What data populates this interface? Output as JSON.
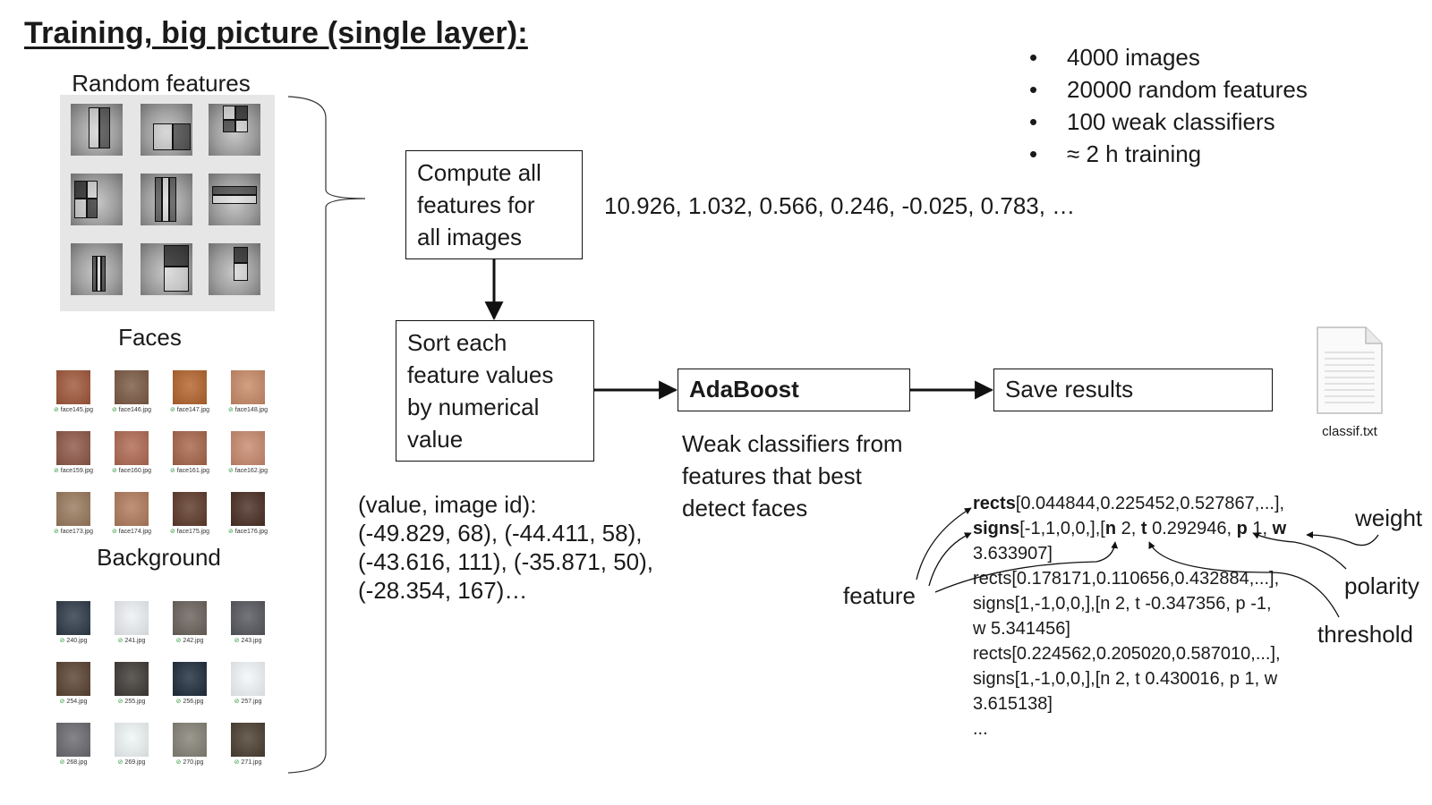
{
  "title": "Training, big picture (single layer):",
  "sections": {
    "random_features": "Random features",
    "faces": "Faces",
    "background": "Background"
  },
  "faces": [
    {
      "caption": "face145.jpg",
      "color": "#a0573a"
    },
    {
      "caption": "face146.jpg",
      "color": "#7b5a44"
    },
    {
      "caption": "face147.jpg",
      "color": "#b4642c"
    },
    {
      "caption": "face148.jpg",
      "color": "#c98b68"
    },
    {
      "caption": "face159.jpg",
      "color": "#8e5848"
    },
    {
      "caption": "face160.jpg",
      "color": "#b06a52"
    },
    {
      "caption": "face161.jpg",
      "color": "#a8664a"
    },
    {
      "caption": "face162.jpg",
      "color": "#c98a6e"
    },
    {
      "caption": "face173.jpg",
      "color": "#9a7a5e"
    },
    {
      "caption": "face174.jpg",
      "color": "#b17c5c"
    },
    {
      "caption": "face175.jpg",
      "color": "#5e3a2a"
    },
    {
      "caption": "face176.jpg",
      "color": "#4a2e24"
    }
  ],
  "backgrounds": [
    {
      "caption": "240.jpg",
      "color": "#2e3a48"
    },
    {
      "caption": "241.jpg",
      "color": "#eef1f4"
    },
    {
      "caption": "242.jpg",
      "color": "#6a625c"
    },
    {
      "caption": "243.jpg",
      "color": "#56575d"
    },
    {
      "caption": "254.jpg",
      "color": "#5a4232"
    },
    {
      "caption": "255.jpg",
      "color": "#3e3a36"
    },
    {
      "caption": "256.jpg",
      "color": "#1f2c3c"
    },
    {
      "caption": "257.jpg",
      "color": "#f3f7fa"
    },
    {
      "caption": "268.jpg",
      "color": "#6b6a70"
    },
    {
      "caption": "269.jpg",
      "color": "#f0f6f7"
    },
    {
      "caption": "270.jpg",
      "color": "#858276"
    },
    {
      "caption": "271.jpg",
      "color": "#4a3e30"
    }
  ],
  "bullets": [
    "4000 images",
    "20000 random features",
    "100 weak classifiers",
    "≈ 2 h training"
  ],
  "compute_box": [
    "Compute all",
    "features for",
    "all images"
  ],
  "feature_values": "10.926, 1.032, 0.566, 0.246, -0.025, 0.783, …",
  "sort_box": [
    "Sort each",
    "feature values",
    "by numerical",
    "value"
  ],
  "sorted_pairs": [
    "(value, image id):",
    "(-49.829, 68), (-44.411, 58),",
    "(-43.616, 111), (-35.871, 50),",
    "(-28.354, 167)…"
  ],
  "adaboost": "AdaBoost",
  "adaboost_desc": [
    "Weak classifiers from",
    "features that best",
    "detect faces"
  ],
  "save": "Save results",
  "file_name": "classif.txt",
  "code": {
    "l1_key": "rects",
    "l1_val": "[0.044844,0.225452,0.527867,...],",
    "l2_key": "signs",
    "l2_val": "[-1,1,0,0,],[",
    "l2_n": "n",
    "l2_n_val": " 2, ",
    "l2_t": "t",
    "l2_t_val": " 0.292946, ",
    "l2_p": "p",
    "l2_p_val": " 1, ",
    "l2_w": "w",
    "l3": "3.633907]",
    "l4": "rects[0.178171,0.110656,0.432884,...],",
    "l5": "signs[1,-1,0,0,],[n 2, t -0.347356, p -1,",
    "l6": "w 5.341456]",
    "l7": "rects[0.224562,0.205020,0.587010,...],",
    "l8": "signs[1,-1,0,0,],[n 2, t 0.430016, p 1, w",
    "l9": "3.615138]",
    "l10": "..."
  },
  "annotations": {
    "feature": "feature",
    "weight": "weight",
    "polarity": "polarity",
    "threshold": "threshold"
  },
  "colors": {
    "panel": "#e6e6e6",
    "line": "#111111",
    "check": "#2c9a3a"
  }
}
